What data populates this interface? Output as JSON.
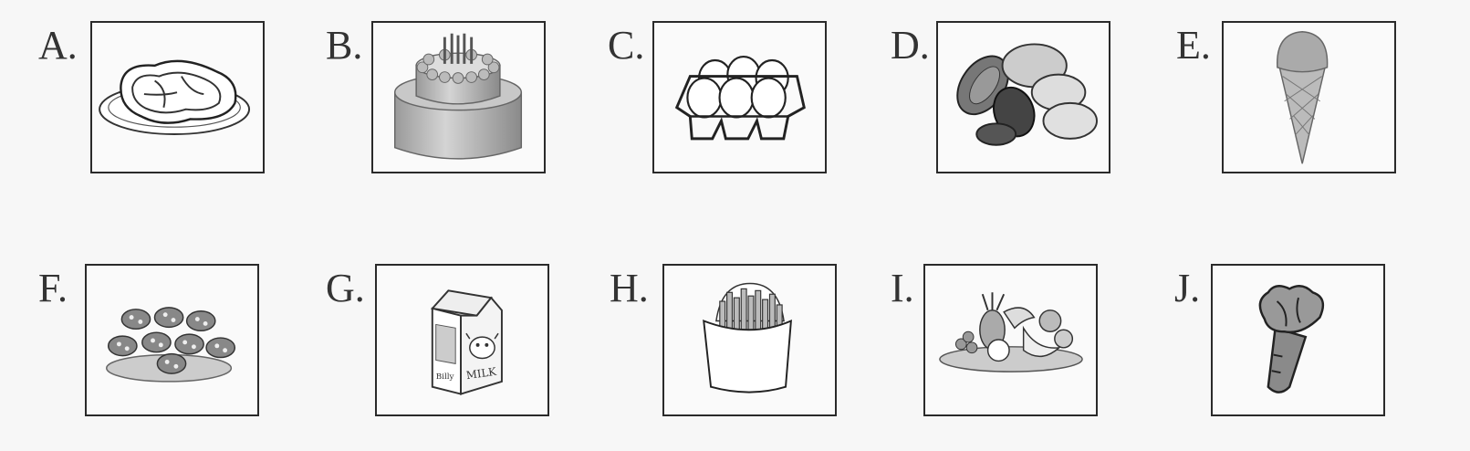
{
  "options": [
    {
      "letter": "A.",
      "icon": "steak-icon"
    },
    {
      "letter": "B.",
      "icon": "birthday-cake-icon"
    },
    {
      "letter": "C.",
      "icon": "eggs-icon"
    },
    {
      "letter": "D.",
      "icon": "nuts-icon"
    },
    {
      "letter": "E.",
      "icon": "ice-cream-cone-icon"
    },
    {
      "letter": "F.",
      "icon": "candies-icon"
    },
    {
      "letter": "G.",
      "icon": "milk-carton-icon"
    },
    {
      "letter": "H.",
      "icon": "french-fries-icon"
    },
    {
      "letter": "I.",
      "icon": "fruit-plate-icon"
    },
    {
      "letter": "J.",
      "icon": "carrot-icon"
    }
  ],
  "milk_carton": {
    "brand": "Billy",
    "label": "MILK"
  }
}
